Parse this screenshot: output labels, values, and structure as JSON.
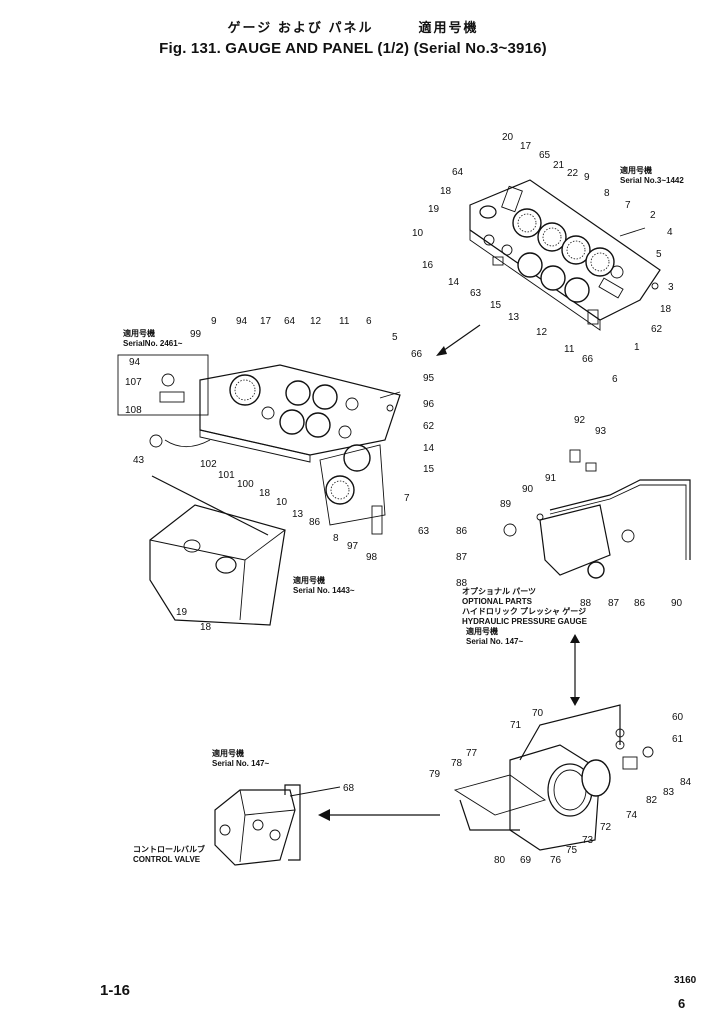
{
  "header": {
    "title_jp": "ゲージ および パネル　　　適用号機",
    "title_en": "Fig. 131. GAUGE AND PANEL (1/2) (Serial No.3~3916)"
  },
  "footer": {
    "page": "1-16",
    "code": "3160",
    "revision": "6"
  },
  "notes": {
    "top_right": [
      "適用号機",
      "Serial No.3~1442"
    ],
    "left_inset": [
      "適用号機",
      "SerialNo. 2461~"
    ],
    "middle": [
      "適用号機",
      "Serial No. 1443~"
    ],
    "optional": [
      "オプショナル パーツ",
      "OPTIONAL PARTS",
      "ハイドロリック プレッシャ ゲージ",
      "HYDRAULIC PRESSURE GAUGE",
      "適用号機",
      "Serial No. 147~"
    ],
    "control_valve": [
      "適用号機",
      "Serial No. 147~",
      "コントロールバルブ",
      "CONTROL VALVE"
    ]
  },
  "callouts": {
    "top_panel": [
      "20",
      "17",
      "65",
      "21",
      "22",
      "9",
      "8",
      "64",
      "18",
      "19",
      "10",
      "16",
      "14",
      "63",
      "15",
      "7",
      "2",
      "4",
      "5",
      "3",
      "18",
      "62",
      "1",
      "66",
      "6",
      "11",
      "12",
      "13"
    ],
    "mid_panel": [
      "9",
      "94",
      "17",
      "64",
      "12",
      "11",
      "6",
      "5",
      "99",
      "66",
      "95",
      "96",
      "62",
      "14",
      "15",
      "7",
      "63",
      "98",
      "97",
      "8",
      "86",
      "13",
      "10",
      "18",
      "100",
      "101",
      "102",
      "43",
      "94",
      "107",
      "108",
      "19",
      "18"
    ],
    "optional": [
      "92",
      "93",
      "91",
      "90",
      "89",
      "86",
      "87",
      "88",
      "88",
      "87",
      "86",
      "90"
    ],
    "bottom": [
      "70",
      "71",
      "60",
      "61",
      "77",
      "78",
      "79",
      "84",
      "83",
      "82",
      "74",
      "72",
      "73",
      "75",
      "76",
      "69",
      "80",
      "68"
    ]
  }
}
